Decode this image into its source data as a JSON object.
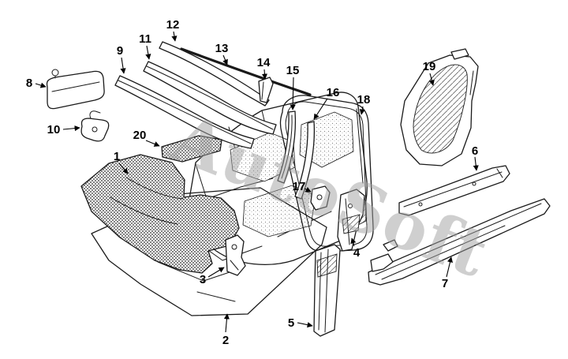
{
  "diagram": {
    "watermark": "AutoSoft",
    "callouts": [
      {
        "label": "1"
      },
      {
        "label": "2"
      },
      {
        "label": "3"
      },
      {
        "label": "4"
      },
      {
        "label": "5"
      },
      {
        "label": "6"
      },
      {
        "label": "7"
      },
      {
        "label": "8"
      },
      {
        "label": "9"
      },
      {
        "label": "10"
      },
      {
        "label": "11"
      },
      {
        "label": "12"
      },
      {
        "label": "13"
      },
      {
        "label": "14"
      },
      {
        "label": "15"
      },
      {
        "label": "16"
      },
      {
        "label": "17"
      },
      {
        "label": "18"
      },
      {
        "label": "19"
      },
      {
        "label": "20"
      }
    ]
  },
  "colors": {
    "background": "#ffffff",
    "line": "#1a1a1a",
    "watermark": "#a0a0a0"
  }
}
